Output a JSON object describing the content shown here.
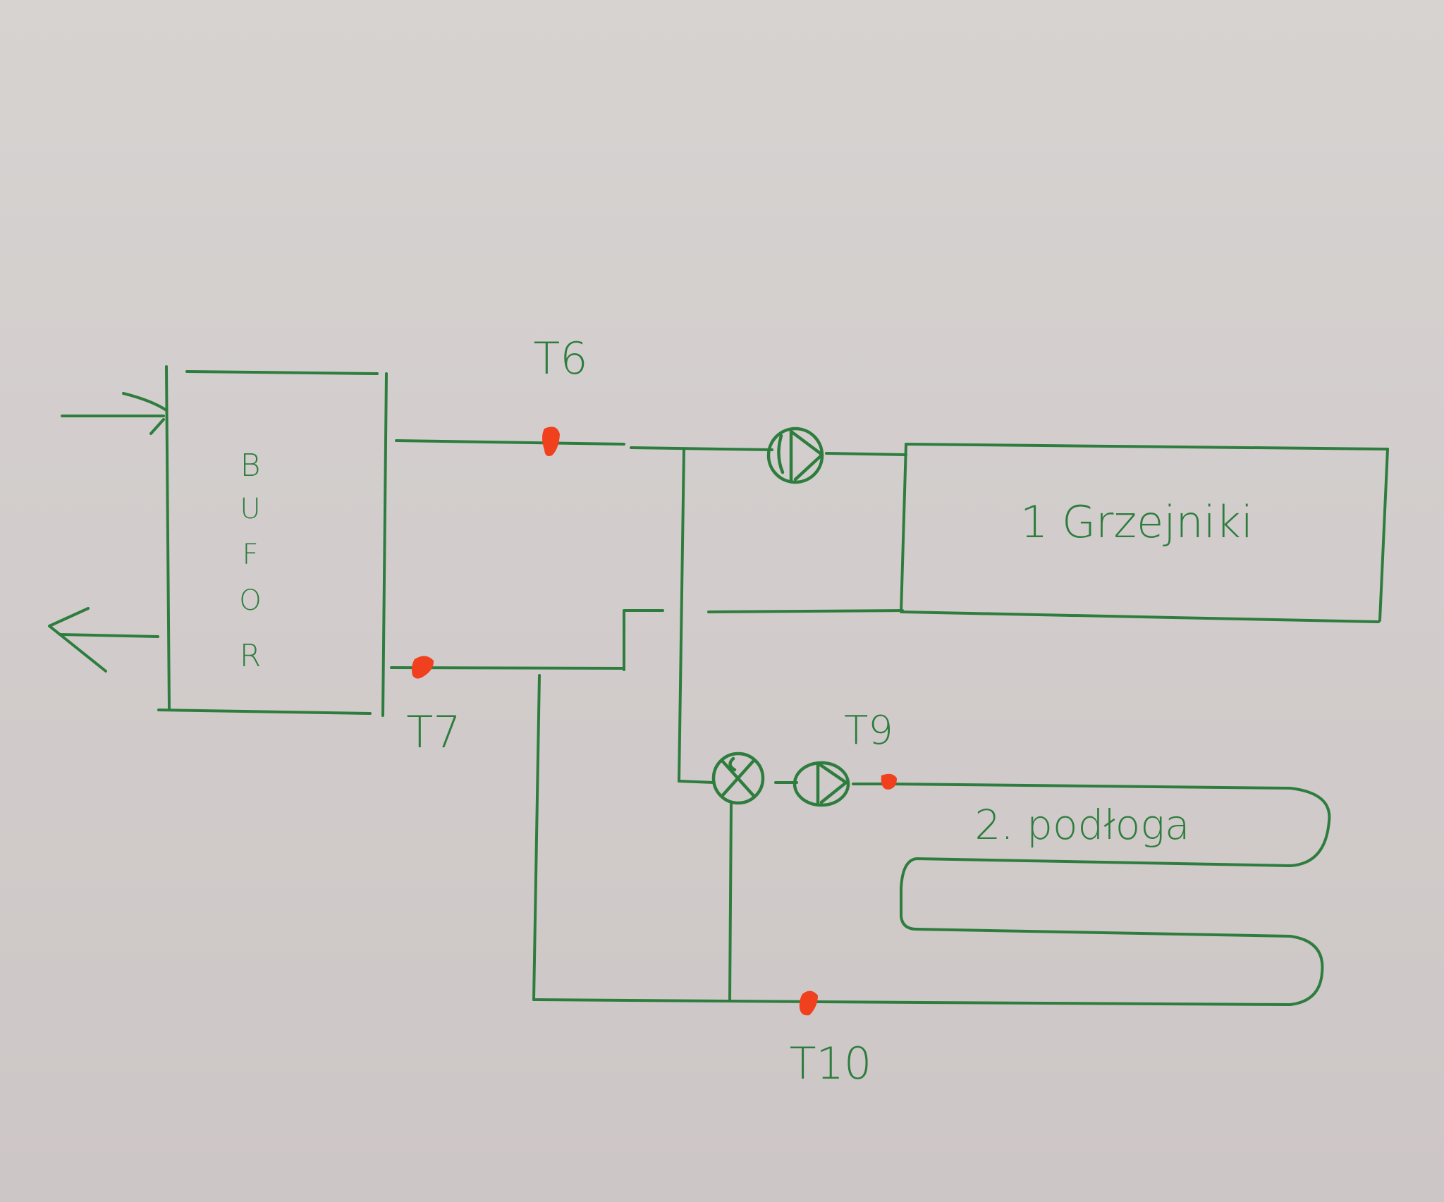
{
  "diagram": {
    "type": "hand-drawn heating schematic",
    "colors": {
      "ink": "#2e7d3e",
      "sensor": "#f0401e",
      "paper": "#d3cecd"
    },
    "buffer": {
      "label_letters": [
        "B",
        "U",
        "F",
        "O",
        "R"
      ],
      "label": "BUFOR"
    },
    "circuits": [
      {
        "id": "circuit-1",
        "label": "1 Grzejniki"
      },
      {
        "id": "circuit-2",
        "label": "2. podłoga"
      }
    ],
    "sensors": [
      {
        "id": "T6",
        "label": "T6"
      },
      {
        "id": "T7",
        "label": "T7"
      },
      {
        "id": "T9",
        "label": "T9"
      },
      {
        "id": "T10",
        "label": "T10"
      }
    ],
    "components": {
      "pump_1": "circulation-pump",
      "pump_2": "circulation-pump",
      "mixing_valve": "mixing-valve"
    },
    "arrows": {
      "inlet": "arrow-right",
      "outlet": "arrow-left"
    }
  }
}
